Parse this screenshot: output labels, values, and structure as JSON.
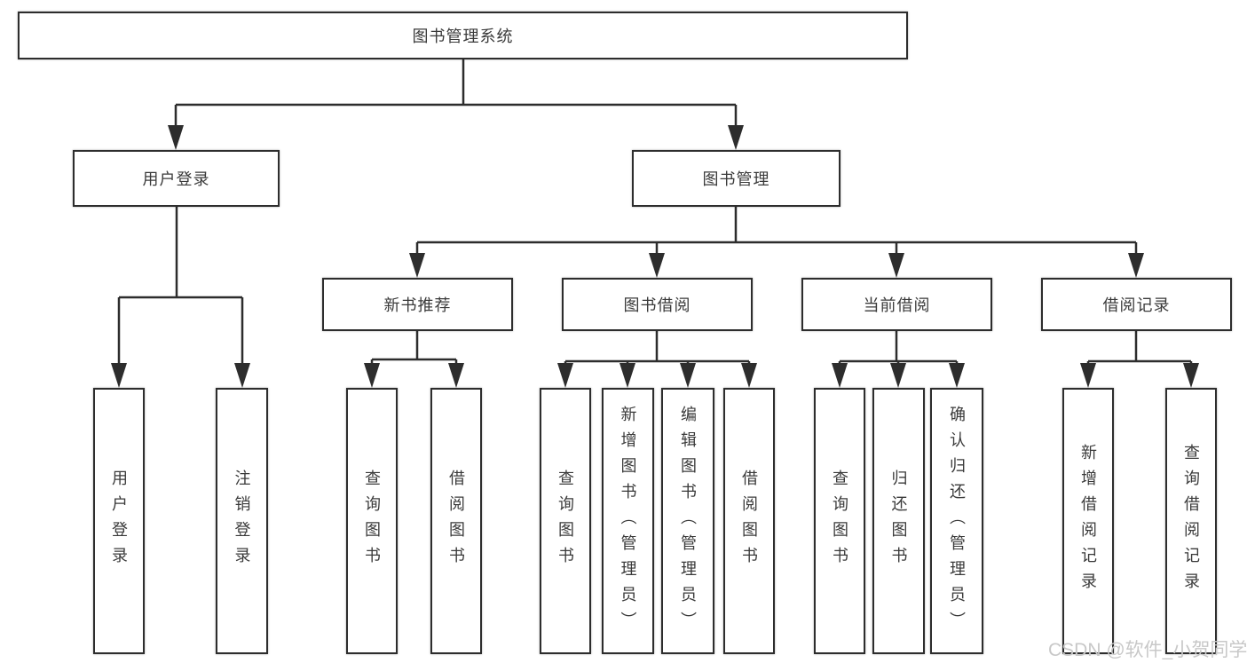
{
  "diagram": {
    "title": "图书管理系统",
    "root": {
      "label": "图书管理系统"
    },
    "level2": [
      {
        "label": "用户登录"
      },
      {
        "label": "图书管理"
      }
    ],
    "level3": [
      {
        "label": "新书推荐"
      },
      {
        "label": "图书借阅"
      },
      {
        "label": "当前借阅"
      },
      {
        "label": "借阅记录"
      }
    ],
    "leaves": [
      {
        "label": "用户登录"
      },
      {
        "label": "注销登录"
      },
      {
        "label": "查询图书"
      },
      {
        "label": "借阅图书"
      },
      {
        "label": "查询图书"
      },
      {
        "label": "新增图书（管理员）"
      },
      {
        "label": "编辑图书（管理员）"
      },
      {
        "label": "借阅图书"
      },
      {
        "label": "查询图书"
      },
      {
        "label": "归还图书"
      },
      {
        "label": "确认归还（管理员）"
      },
      {
        "label": "新增借阅记录"
      },
      {
        "label": "查询借阅记录"
      }
    ]
  },
  "watermark": {
    "text": "CSDN @软件_小贺同学"
  },
  "colors": {
    "line": "#2d2d2d",
    "box_border": "#2d2d2d",
    "text": "#3a3a3a",
    "watermark": "#c8c8c8",
    "background": "#ffffff"
  }
}
